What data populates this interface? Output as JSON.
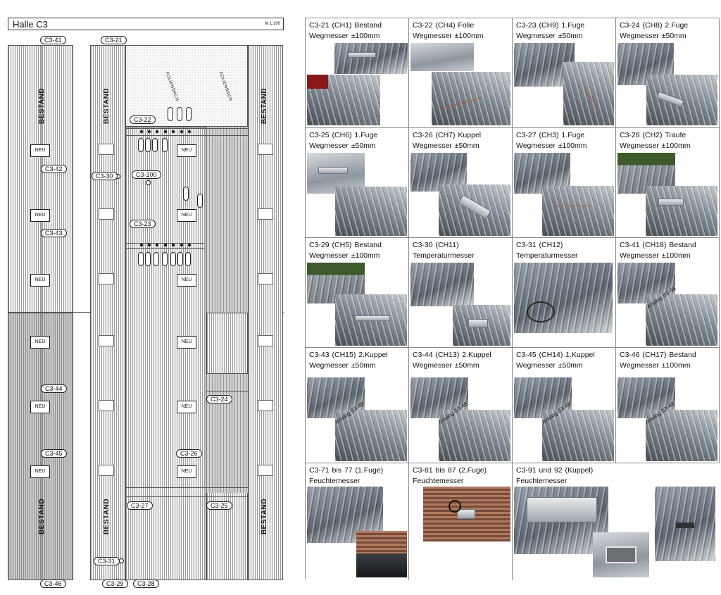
{
  "plan": {
    "title": "Halle  C3",
    "scale": "M 1:100",
    "bestand_label": "BESTAND",
    "neu_label": "NEU",
    "foliendach_label": "FOLIENDACH",
    "sensor_labels": {
      "c3_41": "C3-41",
      "c3_42": "C3-42",
      "c3_43": "C3-43",
      "c3_44": "C3-44",
      "c3_45": "C3-45",
      "c3_46": "C3-46",
      "c3_21": "C3-21",
      "c3_22": "C3-22",
      "c3_23": "C3-23",
      "c3_24": "C3-24",
      "c3_25": "C3-25",
      "c3_26": "C3-26",
      "c3_27": "C3-27",
      "c3_28": "C3-28",
      "c3_29": "C3-29",
      "c3_30": "C3-30",
      "c3_31": "C3-31",
      "c3_100": "C3-100"
    }
  },
  "cells": [
    {
      "line1": "C3-21 (CH1) Bestand",
      "line2": "Wegmesser ±100mm"
    },
    {
      "line1": "C3-22 (CH4) Folie",
      "line2": "Wegmesser ±100mm"
    },
    {
      "line1": "C3-23 (CH9) 1.Fuge",
      "line2": "Wegmesser ±50mm"
    },
    {
      "line1": "C3-24 (CH8) 2.Fuge",
      "line2": "Wegmesser ±50mm"
    },
    {
      "line1": "C3-25 (CH6) 1.Fuge",
      "line2": "Wegmesser ±50mm"
    },
    {
      "line1": "C3-26 (CH7) Kuppel",
      "line2": "Wegmesser ±50mm"
    },
    {
      "line1": "C3-27 (CH3) 1.Fuge",
      "line2": "Wegmesser ±100mm"
    },
    {
      "line1": "C3-28 (CH2) Traufe",
      "line2": "Wegmesser ±100mm"
    },
    {
      "line1": "C3-29 (CH5) Bestand",
      "line2": "Wegmesser ±100mm"
    },
    {
      "line1": "C3-30 (CH11)",
      "line2": "Temperaturmesser"
    },
    {
      "line1": "C3-31 (CH12)",
      "line2": "Temperaturmesser"
    },
    {
      "line1": "C3-41 (CH18) Bestand",
      "line2": "Wegmesser ±100mm"
    },
    {
      "line1": "C3-43 (CH15) 2.Kuppel",
      "line2": "Wegmesser ±50mm"
    },
    {
      "line1": "C3-44 (CH13) 2.Kuppel",
      "line2": "Wegmesser ±50mm"
    },
    {
      "line1": "C3-45 (CH14) 1.Kuppel",
      "line2": "Wegmesser ±50mm"
    },
    {
      "line1": "C3-46 (CH17) Bestand",
      "line2": "Wegmesser ±100mm"
    },
    {
      "line1": "C3-71 bis 77 (1.Fuge)",
      "line2": "Feuchtemesser"
    },
    {
      "line1": "C3-81 bis 87 (2.Fuge)",
      "line2": "Feuchtemesser"
    },
    {
      "line1": "C3-91 und 92 (Kuppel)",
      "line2": "Feuchtemesser"
    }
  ],
  "photo_overlay_text": "Analog B3-46"
}
